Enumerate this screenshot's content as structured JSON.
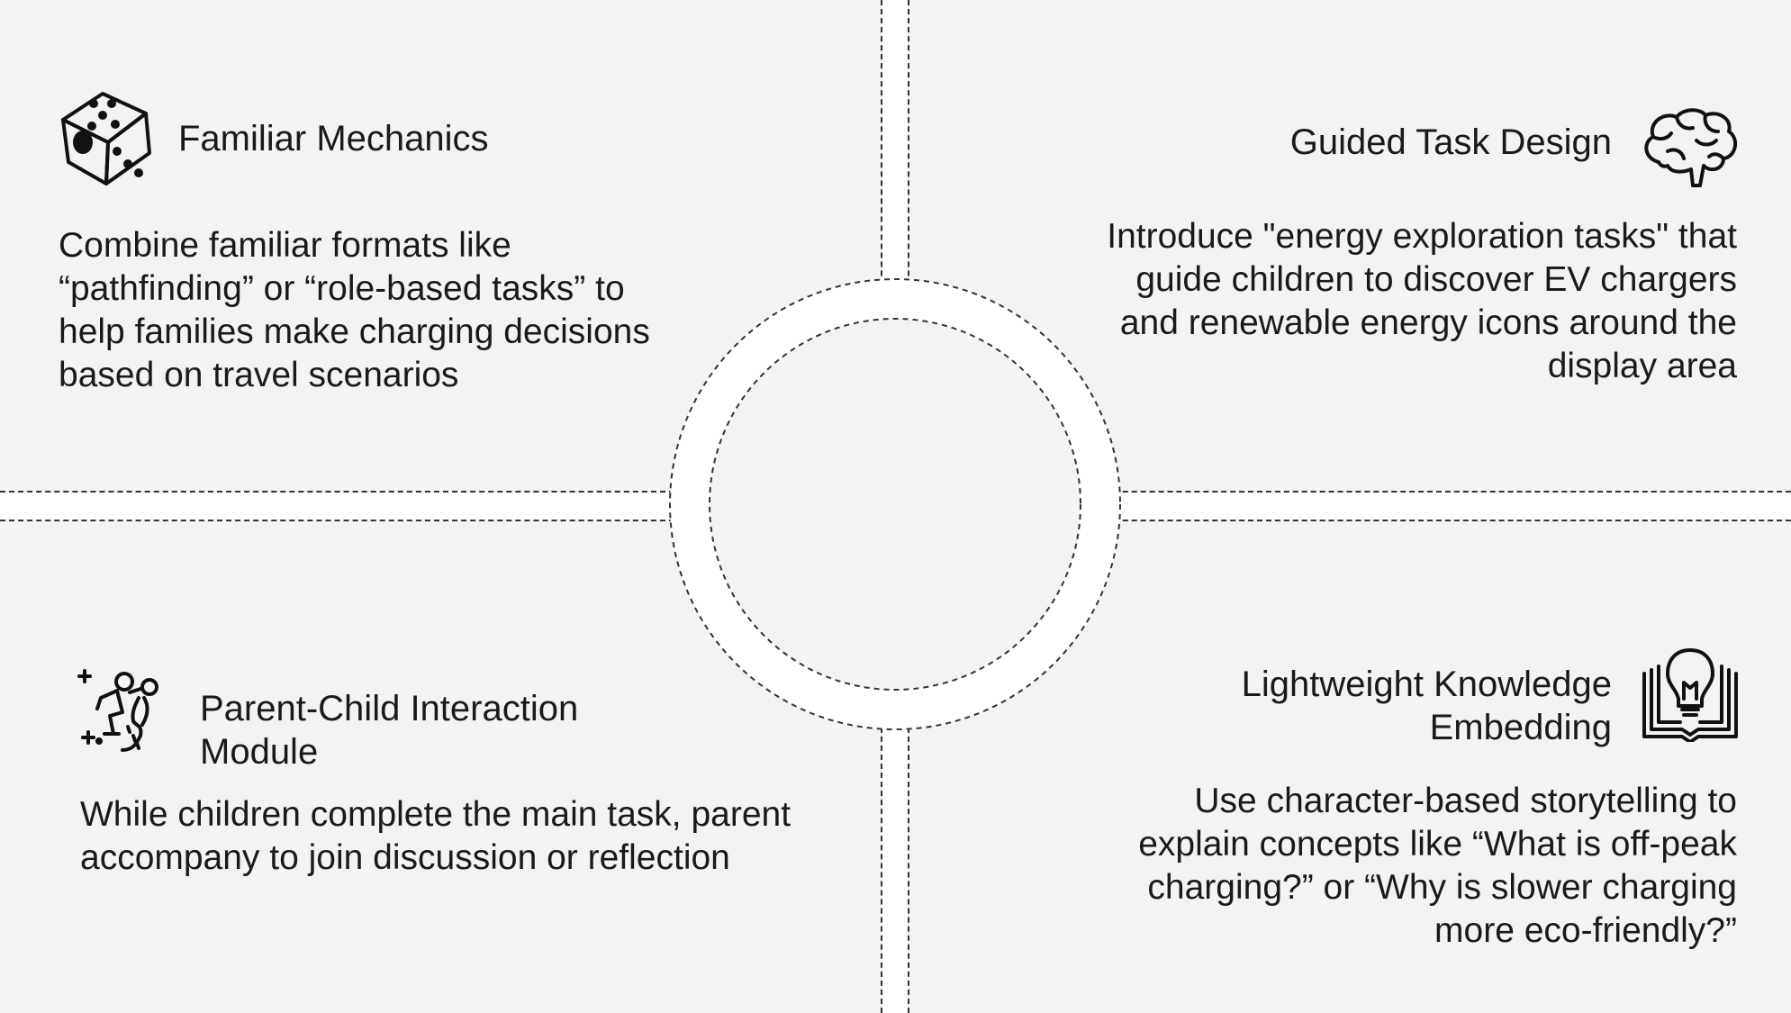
{
  "quadrants": {
    "top_left": {
      "icon": "dice-icon",
      "title": "Familiar Mechanics",
      "description": "Combine familiar formats like “pathfinding” or “role-based tasks” to help families make charging decisions based on travel scenarios"
    },
    "top_right": {
      "icon": "brain-icon",
      "title": "Guided Task Design",
      "description": "Introduce \"energy exploration tasks\" that guide children to discover EV chargers and renewable energy icons around the display area"
    },
    "bottom_left": {
      "icon": "parent-child-icon",
      "title": "Parent-Child Interaction Module",
      "description": "While children complete the main task, parent accompany to join discussion or reflection"
    },
    "bottom_right": {
      "icon": "lightbulb-book-icon",
      "title": "Lightweight Knowledge Embedding",
      "description": "Use character-based storytelling to explain concepts like “What is off-peak charging?” or “Why is slower charging more eco-friendly?”"
    }
  },
  "colors": {
    "panel": "#f3f3f3",
    "background": "#ffffff",
    "stroke": "#333333"
  }
}
